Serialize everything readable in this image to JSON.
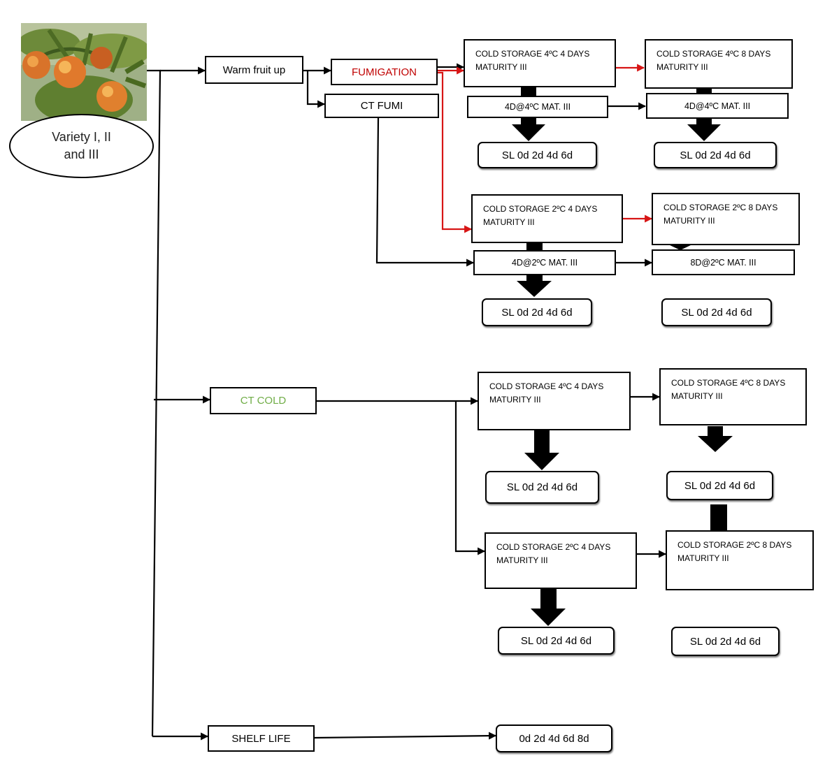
{
  "colors": {
    "fumigation_text": "#c00000",
    "ct_cold_text": "#70ad47",
    "red_arrow": "#d71515",
    "line": "#000000"
  },
  "source": {
    "photo_icon": "peach-tree-photo",
    "variety_line1": "Variety I, II",
    "variety_line2": "and III"
  },
  "warm_fruit_up": "Warm fruit up",
  "fumigation": "FUMIGATION",
  "ct_fumi": "CT FUMI",
  "ct_cold": "CT COLD",
  "shelf_life": "SHELF LIFE",
  "fumigation_branch": {
    "cs_4c_4d": {
      "line1": "COLD STORAGE 4ºC 4 DAYS",
      "line2": "MATURITY III"
    },
    "cs_4c_8d": {
      "line1": "COLD STORAGE 4ºC 8 DAYS",
      "line2": "MATURITY III"
    },
    "mat_4d_4c_left": "4D@4ºC MAT. III",
    "mat_4d_4c_right": "4D@4ºC MAT. III",
    "sl_1": "SL 0d 2d 4d 6d",
    "sl_2": "SL 0d 2d 4d 6d",
    "cs_2c_4d": {
      "line1": "COLD STORAGE 2ºC 4 DAYS",
      "line2": "MATURITY III"
    },
    "cs_2c_8d": {
      "line1": "COLD STORAGE 2ºC 8 DAYS",
      "line2": "MATURITY III"
    },
    "mat_4d_2c": "4D@2ºC MAT. III",
    "mat_8d_2c": "8D@2ºC MAT. III",
    "sl_3": "SL 0d 2d 4d 6d",
    "sl_4": "SL 0d 2d 4d 6d"
  },
  "ct_cold_branch": {
    "cs_4c_4d": {
      "line1": "COLD STORAGE 4ºC 4 DAYS",
      "line2": "MATURITY III"
    },
    "cs_4c_8d": {
      "line1": "COLD STORAGE 4ºC 8 DAYS",
      "line2": "MATURITY III"
    },
    "sl_1": "SL 0d 2d 4d 6d",
    "sl_2": "SL 0d 2d 4d 6d",
    "cs_2c_4d": {
      "line1": "COLD STORAGE 2ºC 4 DAYS",
      "line2": "MATURITY III"
    },
    "cs_2c_8d": {
      "line1": "COLD STORAGE 2ºC 8 DAYS",
      "line2": "MATURITY III"
    },
    "sl_3": "SL 0d 2d 4d 6d",
    "sl_4": "SL 0d 2d 4d 6d"
  },
  "shelf_life_days": "0d 2d 4d 6d 8d"
}
